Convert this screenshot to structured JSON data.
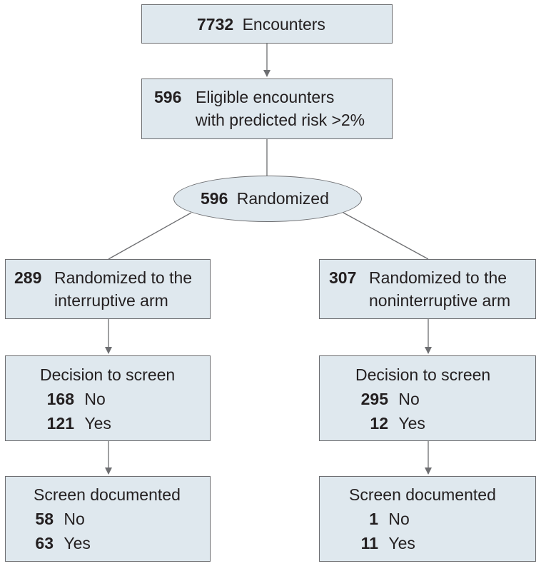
{
  "top": {
    "count": "7732",
    "label": "Encounters"
  },
  "eligible": {
    "count": "596",
    "line1": "Eligible encounters",
    "line2": "with predicted risk >2%"
  },
  "randomized": {
    "count": "596",
    "label": "Randomized"
  },
  "left_arm": {
    "count": "289",
    "line1": "Randomized to the",
    "line2": "interruptive arm",
    "decision": {
      "title": "Decision to screen",
      "no_count": "168",
      "no_label": "No",
      "yes_count": "121",
      "yes_label": "Yes"
    },
    "documented": {
      "title": "Screen documented",
      "no_count": "58",
      "no_label": "No",
      "yes_count": "63",
      "yes_label": "Yes"
    }
  },
  "right_arm": {
    "count": "307",
    "line1": "Randomized to the",
    "line2": "noninterruptive arm",
    "decision": {
      "title": "Decision to screen",
      "no_count": "295",
      "no_label": "No",
      "yes_count": "12",
      "yes_label": "Yes"
    },
    "documented": {
      "title": "Screen documented",
      "no_count": "1",
      "no_label": "No",
      "yes_count": "11",
      "yes_label": "Yes"
    }
  },
  "colors": {
    "box_fill": "#dfe8ee",
    "border": "#6d6e71",
    "text": "#231f20"
  }
}
